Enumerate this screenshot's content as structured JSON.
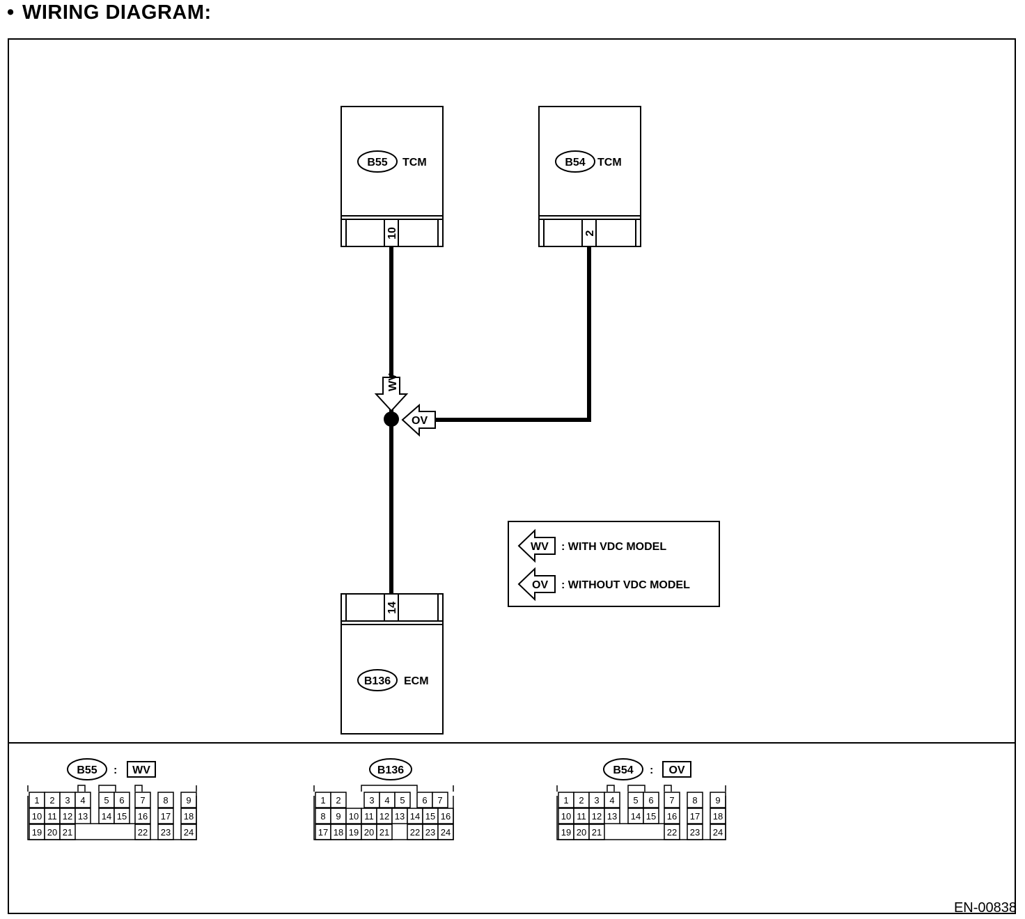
{
  "heading": {
    "bullet": "•",
    "title": "WIRING DIAGRAM:"
  },
  "components": {
    "b55": {
      "connector": "B55",
      "name": "TCM",
      "pin": "10"
    },
    "b54": {
      "connector": "B54",
      "name": "TCM",
      "pin": "2"
    },
    "b136": {
      "connector": "B136",
      "name": "ECM",
      "pin": "14"
    }
  },
  "wire_tags": {
    "wv": "WV",
    "ov": "OV"
  },
  "legend": {
    "wv_code": "WV",
    "wv_text": ": WITH VDC MODEL",
    "ov_code": "OV",
    "ov_text": ": WITHOUT VDC MODEL"
  },
  "connector_faces": {
    "b55": {
      "connector": "B55",
      "sep": ":",
      "variant": "WV",
      "row1": [
        "1",
        "2",
        "3",
        "4",
        "5",
        "6",
        "7",
        "8",
        "9"
      ],
      "row2": [
        "10",
        "11",
        "12",
        "13",
        "14",
        "15",
        "16",
        "17",
        "18"
      ],
      "row3": [
        "19",
        "20",
        "21",
        "22",
        "23",
        "24"
      ]
    },
    "b136": {
      "connector": "B136",
      "row1": [
        "1",
        "2",
        "3",
        "4",
        "5",
        "6",
        "7"
      ],
      "row2": [
        "8",
        "9",
        "10",
        "11",
        "12",
        "13",
        "14",
        "15",
        "16"
      ],
      "row3": [
        "17",
        "18",
        "19",
        "20",
        "21",
        "22",
        "23",
        "24"
      ]
    },
    "b54": {
      "connector": "B54",
      "sep": ":",
      "variant": "OV",
      "row1": [
        "1",
        "2",
        "3",
        "4",
        "5",
        "6",
        "7",
        "8",
        "9"
      ],
      "row2": [
        "10",
        "11",
        "12",
        "13",
        "14",
        "15",
        "16",
        "17",
        "18"
      ],
      "row3": [
        "19",
        "20",
        "21",
        "22",
        "23",
        "24"
      ]
    }
  },
  "diagram_code": "EN-00838"
}
